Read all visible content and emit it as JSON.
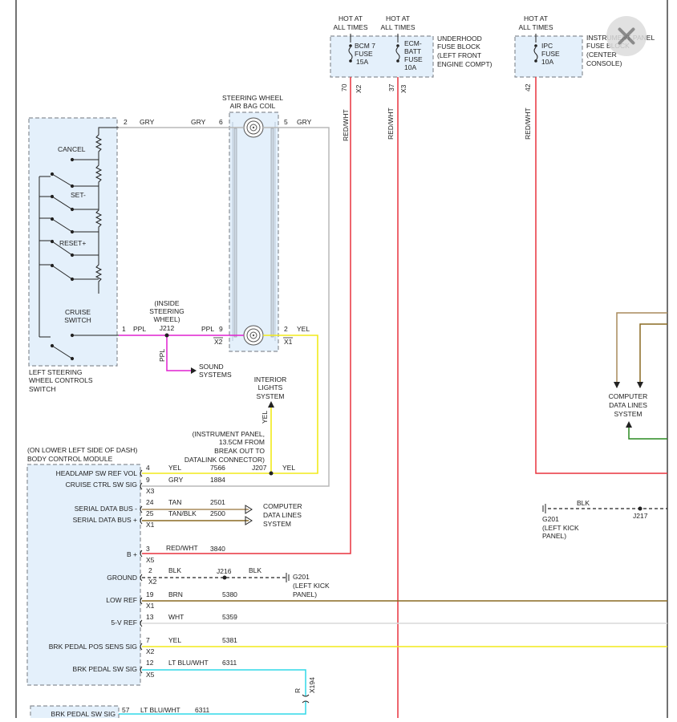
{
  "labels": {
    "hot_bcm": [
      "HOT AT",
      "ALL TIMES"
    ],
    "hot_ecm": [
      "HOT AT",
      "ALL TIMES"
    ],
    "hot_ipc": [
      "HOT AT",
      "ALL TIMES"
    ],
    "fuse_bcm": [
      "BCM 7",
      "FUSE",
      "15A"
    ],
    "fuse_ecm": [
      "ECM-",
      "BATT",
      "FUSE",
      "10A"
    ],
    "fuse_ipc": [
      "IPC",
      "FUSE",
      "10A"
    ],
    "underhood_block": [
      "UNDERHOOD",
      "FUSE BLOCK",
      "(LEFT FRONT",
      "ENGINE COMPT)"
    ],
    "ip_block": [
      "INSTRUMENT PANEL",
      "FUSE BLOCK",
      "(CENTER",
      "CONSOLE)"
    ],
    "pin_70": "70",
    "x2_a": "X2",
    "pin_37": "37",
    "x3_a": "X3",
    "pin_42": "42",
    "redwht_1": "RED/WHT",
    "redwht_2": "RED/WHT",
    "redwht_3": "RED/WHT",
    "coil_title": [
      "STEERING WHEEL",
      "AIR BAG COIL"
    ],
    "pin_2_top": "2",
    "gry_1": "GRY",
    "gry_2": "GRY",
    "pin_6": "6",
    "pin_5": "5",
    "gry_3": "GRY",
    "cancel": "CANCEL",
    "set": "SET-",
    "reset": "RESET+",
    "cruise_switch": [
      "CRUISE",
      "SWITCH"
    ],
    "left_controls": [
      "LEFT STEERING",
      "WHEEL CONTROLS",
      "SWITCH"
    ],
    "inside_wheel": [
      "(INSIDE",
      "STEERING",
      "WHEEL)"
    ],
    "j212": "J212",
    "pin_1": "1",
    "ppl_1": "PPL",
    "ppl_2": "PPL",
    "pin_9": "9",
    "x2_b": "X2",
    "pin_2_bot": "2",
    "yel_1": "YEL",
    "x1_a": "X1",
    "ppl_v": "PPL",
    "sound_systems": [
      "SOUND",
      "SYSTEMS"
    ],
    "interior_lights": [
      "INTERIOR",
      "LIGHTS",
      "SYSTEM"
    ],
    "yel_v": "YEL",
    "ip_break": [
      "(INSTRUMENT PANEL,",
      "13.5CM FROM",
      "BREAK OUT TO",
      "DATALINK CONNECTOR)"
    ],
    "bcm_title": [
      "(ON LOWER LEFT SIDE OF DASH)",
      "BODY CONTROL MODULE"
    ],
    "headlamp": "HEADLAMP SW REF VOL",
    "cruise_ctrl": "CRUISE CTRL SW SIG",
    "serial_minus": "SERIAL DATA BUS -",
    "serial_plus": "SERIAL DATA BUS +",
    "b_plus": "B +",
    "ground": "GROUND",
    "low_ref": "LOW REF",
    "five_v": "5-V REF",
    "brk_pos": "BRK PEDAL POS SENS SIG",
    "brk_sw": "BRK PEDAL SW SIG",
    "brk_sw_bottom": "BRK PEDAL SW SIG",
    "p4": "4",
    "yel_r4": "YEL",
    "c7566": "7566",
    "j207": "J207",
    "yel_r4b": "YEL",
    "p9": "9",
    "gry_r9": "GRY",
    "c1884": "1884",
    "x3_r": "X3",
    "p24": "24",
    "tan": "TAN",
    "c2501": "2501",
    "p25": "25",
    "tanblk": "TAN/BLK",
    "c2500": "2500",
    "x1_r": "X1",
    "comp_data_1": [
      "COMPUTER",
      "DATA LINES",
      "SYSTEM"
    ],
    "comp_data_2": [
      "COMPUTER",
      "DATA LINES",
      "SYSTEM"
    ],
    "p3": "3",
    "redwht_r": "RED/WHT",
    "c3840": "3840",
    "x5_r": "X5",
    "p2g": "2",
    "blk_g": "BLK",
    "j216": "J216",
    "blk_g2": "BLK",
    "x2_g": "X2",
    "g201_a": [
      "G201",
      "(LEFT KICK",
      "PANEL)"
    ],
    "g201_b": [
      "G201",
      "(LEFT KICK",
      "PANEL)"
    ],
    "blk_top": "BLK",
    "j217": "J217",
    "p19": "19",
    "brn": "BRN",
    "c5380": "5380",
    "x1_lr": "X1",
    "p13": "13",
    "wht": "WHT",
    "c5359": "5359",
    "p7": "7",
    "yel_r7": "YEL",
    "c5381": "5381",
    "x2_r7": "X2",
    "p12": "12",
    "ltbluwht": "LT BLU/WHT",
    "c6311": "6311",
    "x5_r12": "X5",
    "r_label": "R",
    "x194": "X194",
    "p57": "57",
    "ltbluwht2": "LT BLU/WHT",
    "c6311b": "6311"
  },
  "colors": {
    "red": "#e8343f",
    "gray": "#b8b8b8",
    "magenta": "#e020d0",
    "yellow": "#f2ea1a",
    "tan": "#a88a5c",
    "brown": "#8a6a22",
    "green": "#2a8a20",
    "cyan": "#30d8e8",
    "black": "#222222",
    "white_wire": "#d8d8d8"
  },
  "icons": [
    "close-icon",
    "fuse-icon",
    "clockspring-icon",
    "ground-icon",
    "splice-icon",
    "arrow-icon"
  ]
}
